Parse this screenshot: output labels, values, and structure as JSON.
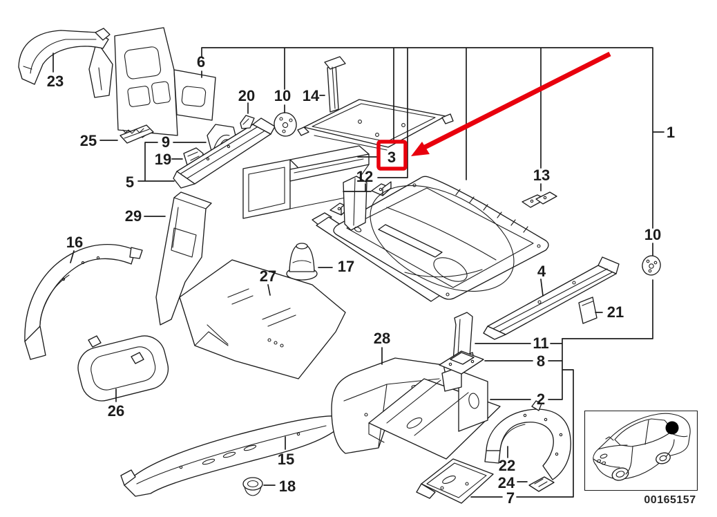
{
  "diagram": {
    "kind": "exploded-parts-diagram",
    "highlighted_part": "3",
    "part_labels": {
      "n1": "1",
      "n2": "2",
      "n3": "3",
      "n4": "4",
      "n5": "5",
      "n6": "6",
      "n7": "7",
      "n8": "8",
      "n9": "9",
      "n10_left": "10",
      "n10_right": "10",
      "n11": "11",
      "n12": "12",
      "n13": "13",
      "n14": "14",
      "n15": "15",
      "n16": "16",
      "n17": "17",
      "n18": "18",
      "n19": "19",
      "n20": "20",
      "n21": "21",
      "n22": "22",
      "n23": "23",
      "n24": "24",
      "n25": "25",
      "n26": "26",
      "n27": "27",
      "n28": "28",
      "n29": "29"
    },
    "inset": {
      "image_code": "00165157"
    },
    "colors": {
      "line": "#1c1c1c",
      "highlight_red": "#e8000d",
      "background": "#ffffff"
    }
  }
}
